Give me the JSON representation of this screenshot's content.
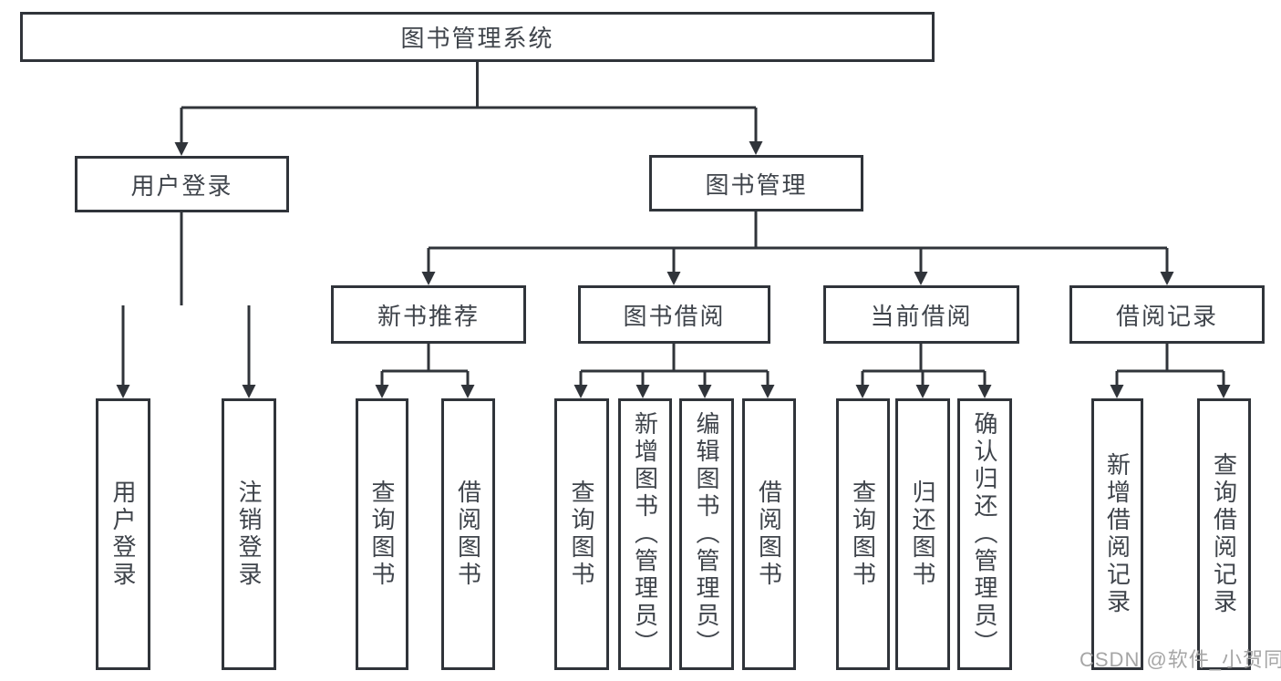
{
  "tree": {
    "label": "图书管理系统",
    "children": [
      {
        "label": "用户登录",
        "children": [
          {
            "label": "用户登录"
          },
          {
            "label": "注销登录"
          }
        ]
      },
      {
        "label": "图书管理",
        "children": [
          {
            "label": "新书推荐",
            "children": [
              {
                "label": "查询图书"
              },
              {
                "label": "借阅图书"
              }
            ]
          },
          {
            "label": "图书借阅",
            "children": [
              {
                "label": "查询图书"
              },
              {
                "label": "新增图书（管理员）"
              },
              {
                "label": "编辑图书（管理员）"
              },
              {
                "label": "借阅图书"
              }
            ]
          },
          {
            "label": "当前借阅",
            "children": [
              {
                "label": "查询图书"
              },
              {
                "label": "归还图书"
              },
              {
                "label": "确认归还（管理员）"
              }
            ]
          },
          {
            "label": "借阅记录",
            "children": [
              {
                "label": "新增借阅记录"
              },
              {
                "label": "查询借阅记录"
              }
            ]
          }
        ]
      }
    ]
  },
  "watermark": {
    "text": "CSDN @软件_小贺同学"
  },
  "colors": {
    "line": "#30343a",
    "node_text": "#3f444b",
    "watermark_text": "#a6a6a6",
    "background": "#ffffff"
  }
}
